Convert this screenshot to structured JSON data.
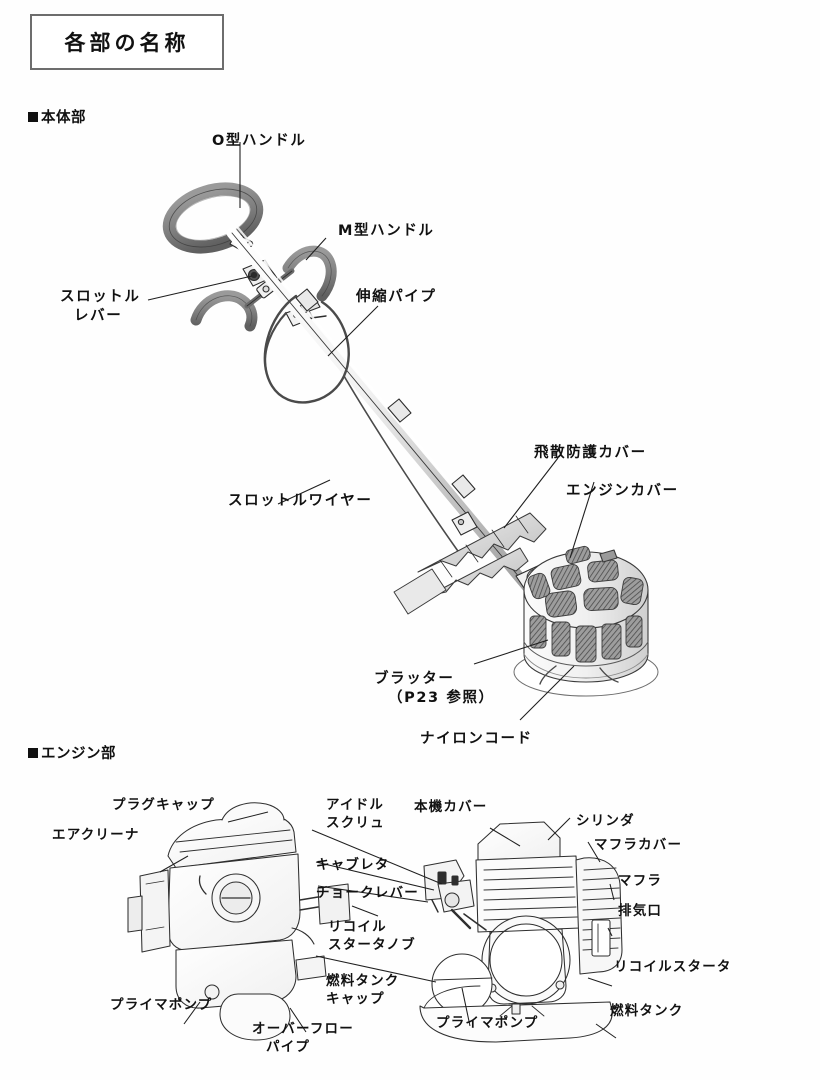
{
  "page": {
    "title": "各部の名称",
    "background_color": "#ffffff",
    "ink_color": "#111111",
    "accent_gray": "#7a7a7a"
  },
  "sections": [
    {
      "id": "body",
      "heading": "本体部",
      "bullet": "filled-square"
    },
    {
      "id": "engine",
      "heading": "エンジン部",
      "bullet": "filled-square"
    }
  ],
  "body_labels": {
    "o_handle": "O型ハンドル",
    "m_handle": "M型ハンドル",
    "throttle_lever_line1": "スロットル",
    "throttle_lever_line2": "レバー",
    "telescoping_pipe": "伸縮パイプ",
    "throttle_wire": "スロットルワイヤー",
    "debris_guard": "飛散防護カバー",
    "engine_cover": "エンジンカバー",
    "blatter_line1": "ブラッター",
    "blatter_line2": "（P23 参照）",
    "nylon_cord": "ナイロンコード"
  },
  "engine_labels": {
    "plug_cap": "プラグキャップ",
    "air_cleaner": "エアクリーナ",
    "idle_screw_line1": "アイドル",
    "idle_screw_line2": "スクリュ",
    "carburetor": "キャブレタ",
    "choke_lever": "チョークレバー",
    "machine_cover": "本機カバー",
    "cylinder": "シリンダ",
    "muffler_cover": "マフラカバー",
    "muffler": "マフラ",
    "exhaust_port": "排気口",
    "recoil_starter_knob_line1": "リコイル",
    "recoil_starter_knob_line2": "スタータノブ",
    "fuel_tank_cap_line1": "燃料タンク",
    "fuel_tank_cap_line2": "キャップ",
    "primer_pump_left": "プライマポンプ",
    "overflow_pipe_line1": "オーバーフロー",
    "overflow_pipe_line2": "パイプ",
    "primer_pump_center": "プライマポンプ",
    "recoil_starter": "リコイルスタータ",
    "fuel_tank": "燃料タンク"
  },
  "cross_reference": {
    "page": "P23",
    "note": "参照"
  }
}
